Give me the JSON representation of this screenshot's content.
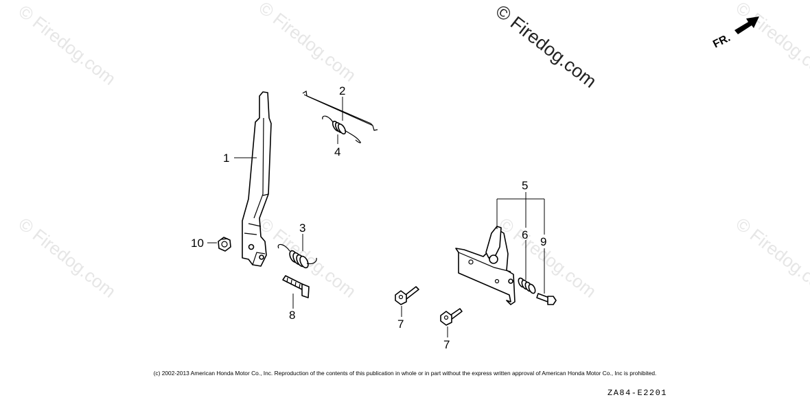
{
  "watermark": {
    "repeated_text": "© Firedog.com",
    "main_text": "© Firedog.com"
  },
  "direction_indicator": {
    "label": "FR."
  },
  "callouts": {
    "lever": "1",
    "rod": "2",
    "spring_a": "3",
    "spring_b": "4",
    "plate_assembly": "5",
    "spring_c": "6",
    "bolt_upper": "7",
    "bolt_lower": "7",
    "bolt_t": "8",
    "screw": "9",
    "nut": "10"
  },
  "footer": {
    "copyright": "(c) 2002-2013 American Honda Motor Co., Inc. Reproduction of the contents of this publication in whole or in part without the express written approval of American Honda Motor Co., Inc is prohibited.",
    "reference_code": "ZA84-E2201"
  }
}
